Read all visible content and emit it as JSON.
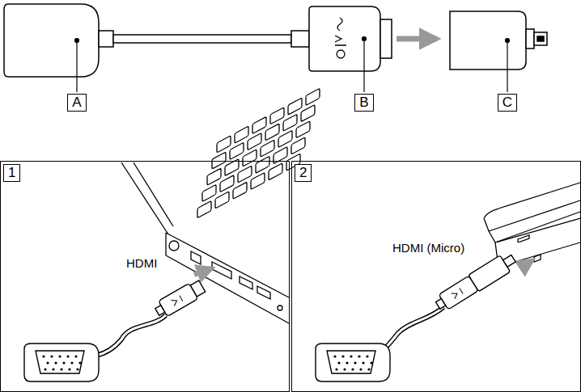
{
  "diagram": {
    "nodes": [
      {
        "text": [
          "1",
          "HDMI"
        ]
      },
      {
        "text": [
          "2",
          "HDMI (Micro)"
        ]
      }
    ],
    "labels": [
      "A",
      "B",
      "C"
    ]
  }
}
